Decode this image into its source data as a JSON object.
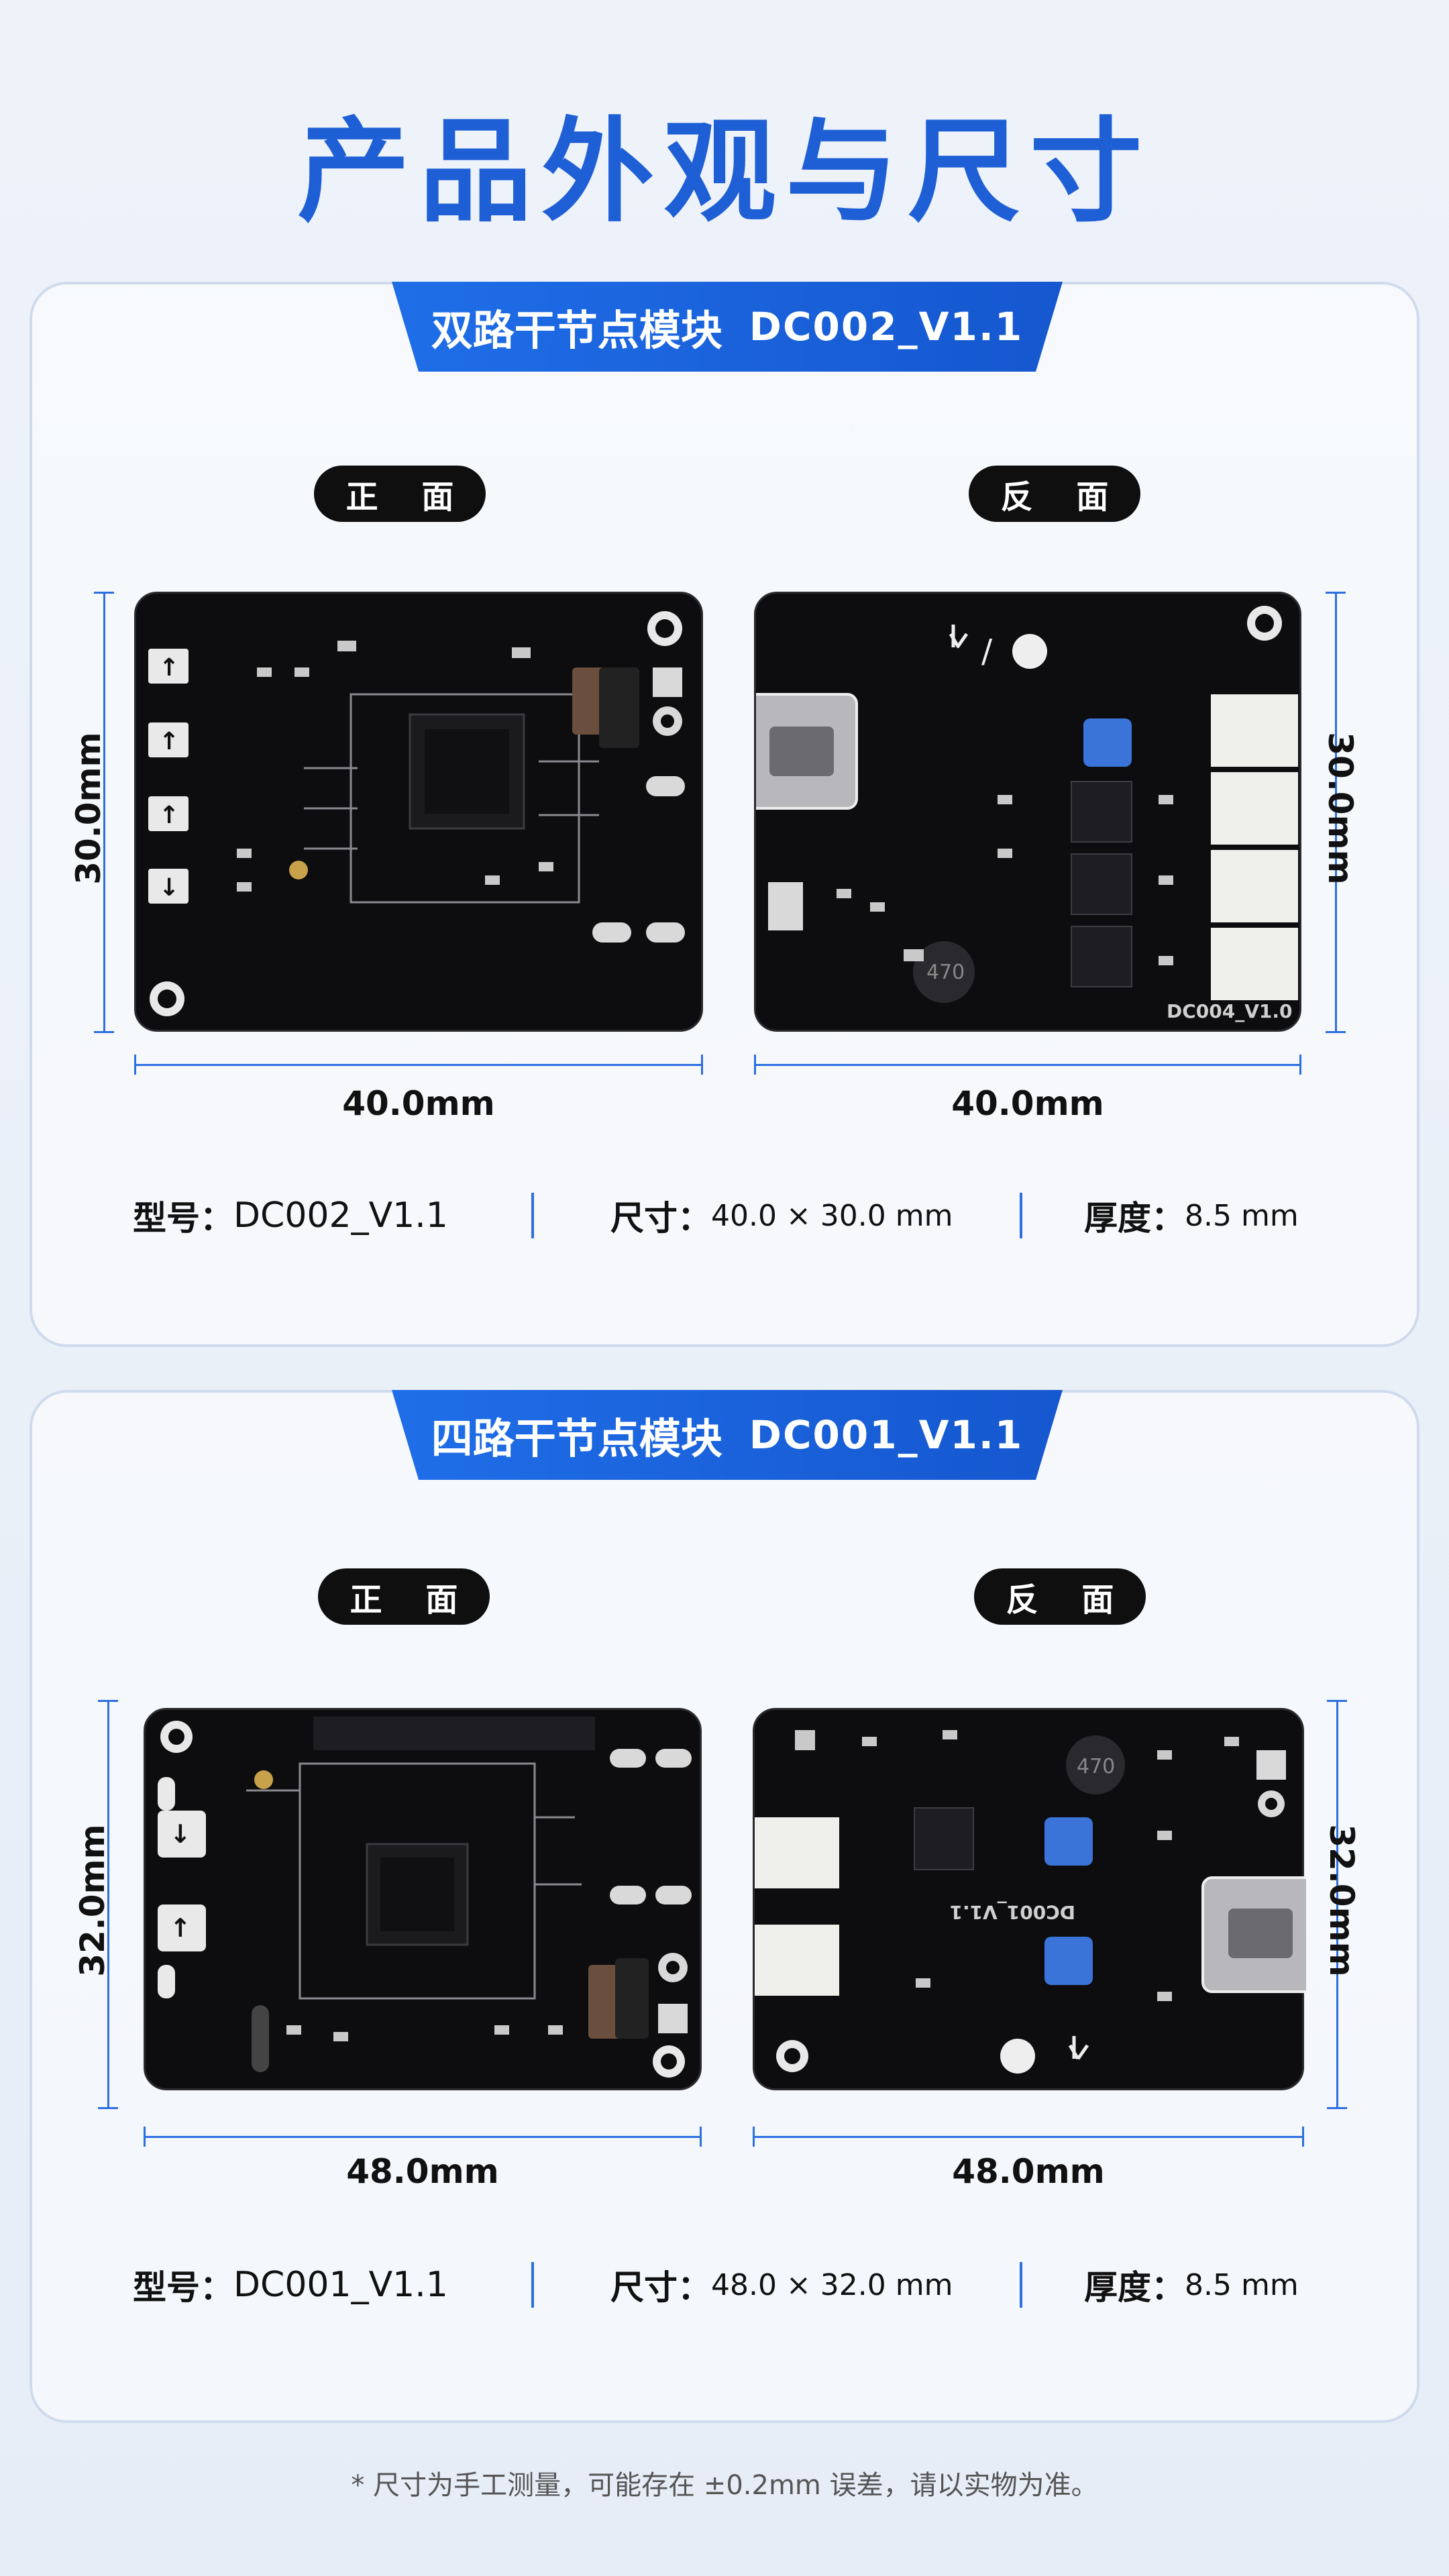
{
  "page_title": "产品外观与尺寸",
  "modules": [
    {
      "name": "双路干节点模块",
      "code": "DC002_V1.1",
      "front_label": "正 面",
      "back_label": "反 面",
      "height_label": "30.0mm",
      "width_label": "40.0mm",
      "back_silkscreen": "DC004_V1.0",
      "specs": {
        "model_key": "型号：",
        "model_value": "DC002_V1.1",
        "size_key": "尺寸：",
        "size_value": "40.0 × 30.0 mm",
        "thickness_key": "厚度：",
        "thickness_value": "8.5 mm"
      }
    },
    {
      "name": "四路干节点模块",
      "code": "DC001_V1.1",
      "front_label": "正 面",
      "back_label": "反 面",
      "height_label": "32.0mm",
      "width_label": "48.0mm",
      "back_silkscreen": "DC001_V1.1",
      "inductor_mark": "470",
      "specs": {
        "model_key": "型号：",
        "model_value": "DC001_V1.1",
        "size_key": "尺寸：",
        "size_value": "48.0 × 32.0 mm",
        "thickness_key": "厚度：",
        "thickness_value": "8.5 mm"
      }
    }
  ],
  "inductor_mark_top": "470",
  "footnote": "* 尺寸为手工测量，可能存在 ±0.2mm 误差，请以实物为准。",
  "colors": {
    "accent": "#1f5fd6",
    "pcb": "#0d0d0f",
    "button": "#3a74d8"
  }
}
